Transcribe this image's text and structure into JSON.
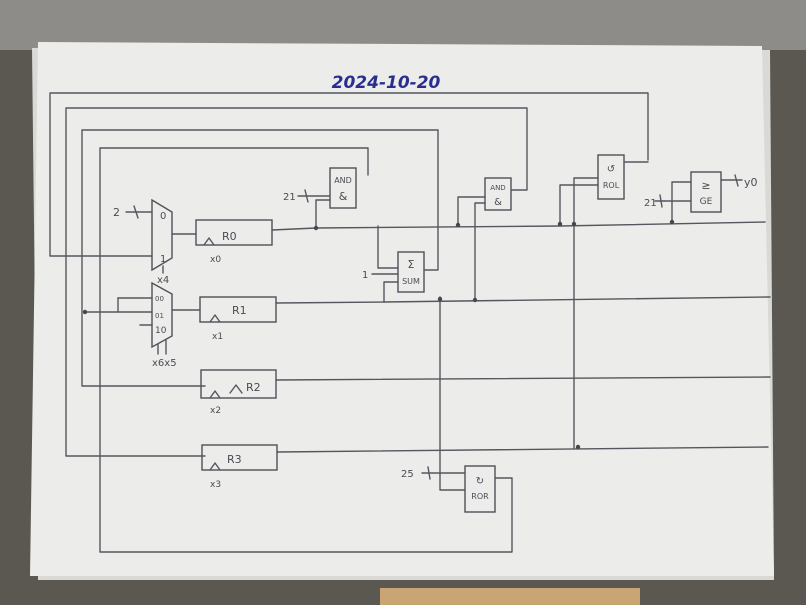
{
  "date": "2024-10-20",
  "mux0": {
    "in0": "0",
    "in1": "1",
    "select": "x4",
    "const_in": "2"
  },
  "mux1": {
    "in00": "00",
    "in01": "01",
    "in10": "10",
    "select": "x6x5"
  },
  "registers": [
    {
      "name": "R0",
      "enable": "x0"
    },
    {
      "name": "R1",
      "enable": "x1"
    },
    {
      "name": "R2",
      "enable": "x2"
    },
    {
      "name": "R3",
      "enable": "x3"
    }
  ],
  "and_gate_1": {
    "top": "AND",
    "bottom": "&",
    "const_in": "21"
  },
  "and_gate_2": {
    "top": "AND",
    "bottom": "&"
  },
  "sum_block": {
    "top": "Σ",
    "bottom": "SUM",
    "const_in": "1"
  },
  "rol_block": {
    "top": "↺",
    "bottom": "ROL"
  },
  "ror_block": {
    "top": "↻",
    "bottom": "ROR",
    "const_in": "25"
  },
  "ge_block": {
    "top": "≥",
    "bottom": "GE",
    "const_in": "21",
    "output": "y0"
  }
}
